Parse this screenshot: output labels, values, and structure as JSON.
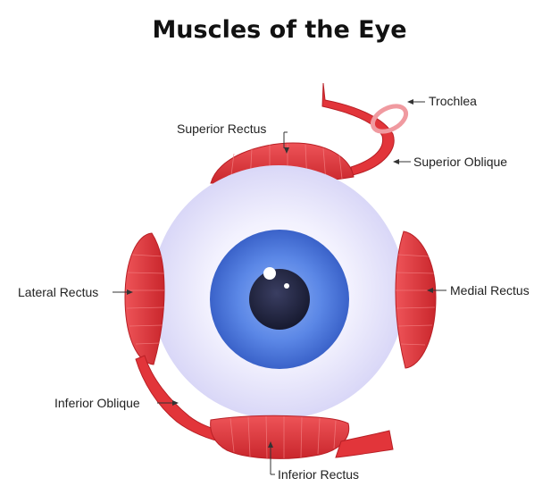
{
  "title": "Muscles of the Eye",
  "labels": {
    "trochlea": "Trochlea",
    "superior_rectus": "Superior Rectus",
    "superior_oblique": "Superior Oblique",
    "lateral_rectus": "Lateral Rectus",
    "medial_rectus": "Medial Rectus",
    "inferior_oblique": "Inferior Oblique",
    "inferior_rectus": "Inferior Rectus"
  },
  "colors": {
    "muscle": "#e2353a",
    "muscle_dark": "#b81f25",
    "muscle_light": "#f07a7c",
    "trochlea": "#f09aa0",
    "sclera": "#ebeafd",
    "iris": "#4a78e0",
    "pupil": "#232640"
  }
}
